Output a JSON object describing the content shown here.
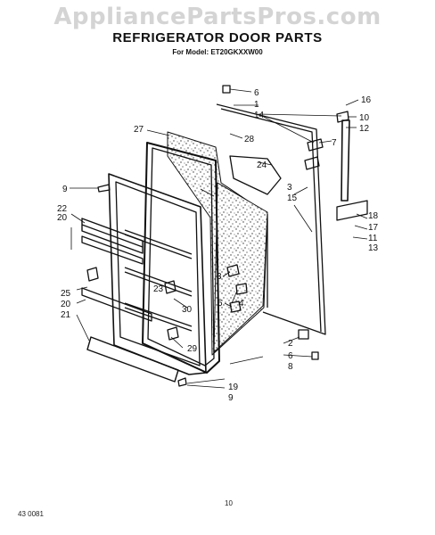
{
  "watermark": "AppliancePartsPros.com",
  "header": {
    "title": "REFRIGERATOR DOOR PARTS",
    "subtitle": "For Model: ET20GKXXW00"
  },
  "callouts": [
    "6",
    "1",
    "14",
    "16",
    "10",
    "12",
    "27",
    "28",
    "7",
    "24",
    "9",
    "3",
    "15",
    "22",
    "20",
    "18",
    "17",
    "11",
    "13",
    "3",
    "4",
    "23",
    "25",
    "20",
    "21",
    "5",
    "30",
    "29",
    "2",
    "6",
    "8",
    "19",
    "9"
  ],
  "footer": {
    "page_number": "10",
    "doc_code": "43 0081"
  }
}
